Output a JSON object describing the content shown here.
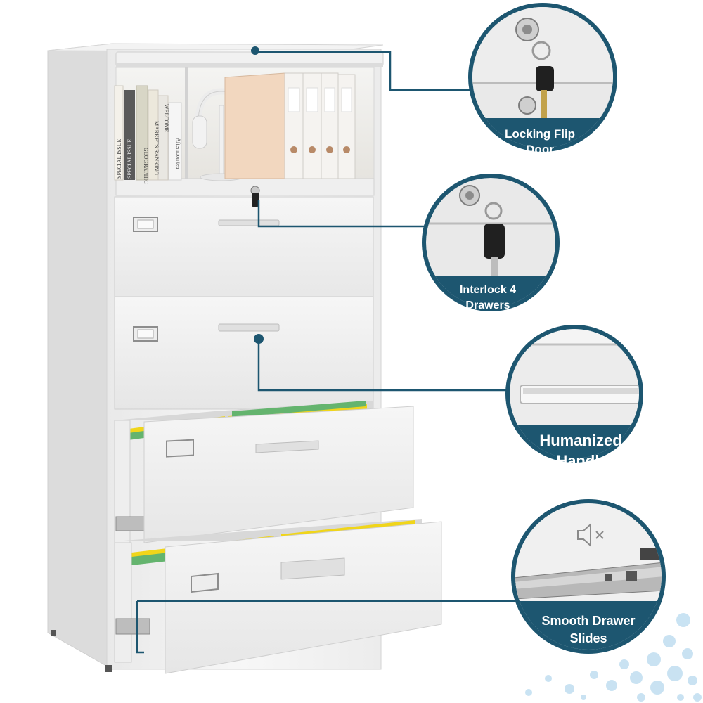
{
  "product": {
    "books": [
      "SPECIAL ISSUE",
      "SPECIAL ISSUE",
      "GEOGRAPHIC",
      "MARKETS RANKING",
      "WELCOME",
      "Afternoon tea"
    ]
  },
  "callouts": [
    {
      "lines": [
        "Locking Flip",
        "Door"
      ]
    },
    {
      "lines": [
        "Interlock 4",
        "Drawers"
      ]
    },
    {
      "lines": [
        "Humanized",
        "Handle"
      ]
    },
    {
      "lines": [
        "Smooth Drawer",
        "Slides"
      ]
    }
  ],
  "colors": {
    "accent": "#1d5670",
    "background": "#ffffff",
    "dots": "#bcdcf0"
  }
}
